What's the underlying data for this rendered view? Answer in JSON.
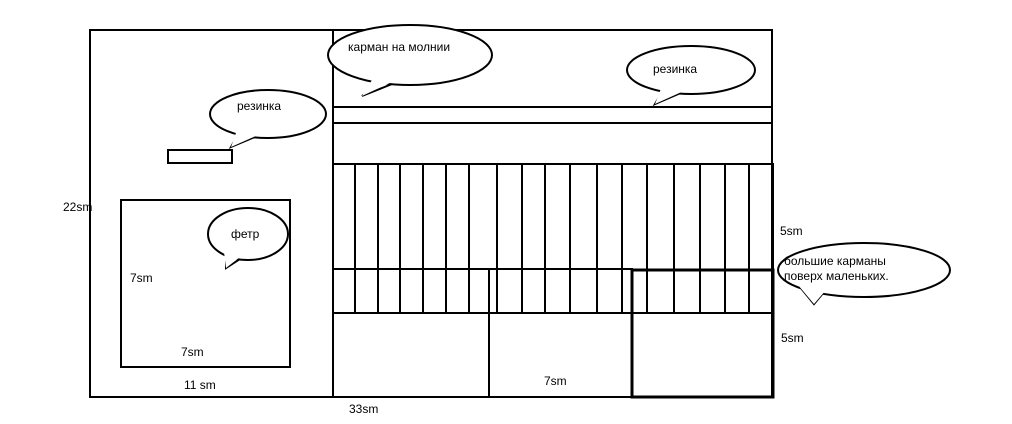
{
  "dimensions": {
    "height_left": "22sm",
    "felt_height": "7sm",
    "felt_width": "7sm",
    "left_width": "11 sm",
    "upper_pocket_height": "5sm",
    "lower_pocket_height": "5sm",
    "pocket_width": "7sm",
    "total_width": "33sm"
  },
  "bubbles": {
    "zipper_pocket": "карман на молнии",
    "elastic_left": "резинка",
    "elastic_right": "резинка",
    "felt": "фетр",
    "big_pockets_line1": "большие карманы",
    "big_pockets_line2": "поверх маленьких."
  },
  "colors": {
    "stroke": "#000000",
    "background": "#ffffff"
  }
}
